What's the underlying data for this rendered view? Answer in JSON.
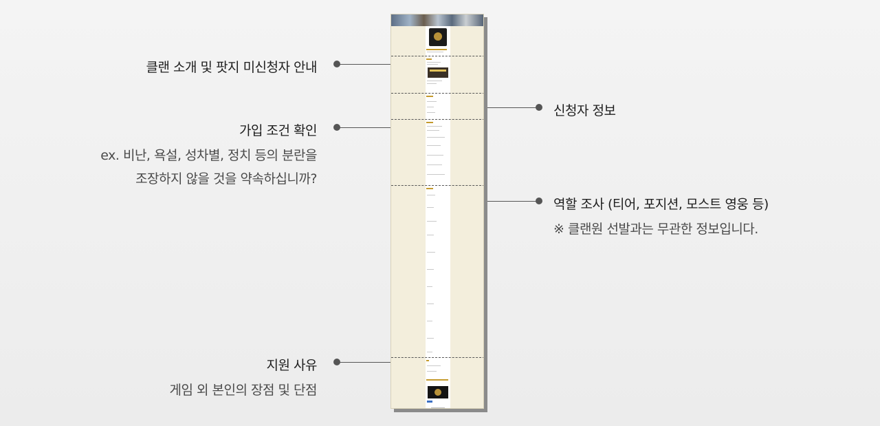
{
  "annotations": {
    "intro": "클랜 소개 및 팟지 미신청자 안내",
    "applicant": "신청자 정보",
    "conditions_title": "가입 조건 확인",
    "conditions_line1": "ex. 비난, 욕설, 성차별, 정치 등의 분란을",
    "conditions_line2": "조장하지 않을 것을 약속하십니까?",
    "role_title": "역할 조사 (티어, 포지션, 모스트 영웅 등)",
    "role_note": "※ 클랜원 선발과는 무관한 정보입니다.",
    "reason_title": "지원 사유",
    "reason_sub": "게임 외 본인의 장점 및 단점"
  },
  "colors": {
    "form_background": "#f3eedc",
    "accent_gold": "#c49a2c",
    "leader_line": "#555555"
  },
  "icons": [
    "clan-logo-icon",
    "clan-banner-image"
  ]
}
